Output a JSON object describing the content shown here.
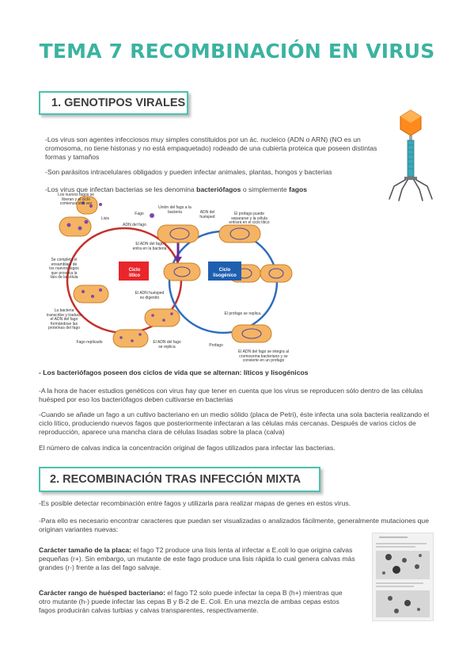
{
  "title": "TEMA 7 RECOMBINACIÓN EN VIRUS",
  "section1": {
    "heading": "1.   GENOTIPOS VIRALES",
    "p1": "-Los virus son agentes infecciosos muy simples constituidos por un ác. nucleico (ADN o ARN) (NO es un cromosoma, no tiene histonas y no está empaquetado) rodeado de una cubierta proteica que poseen distintas formas y tamaños",
    "p2": "-Son parásitos intracelulares obligados y pueden infectar animales, plantas, hongos y bacterias",
    "p3_pre": "-Los virus que infectan bacterias se les denomina ",
    "p3_b1": "bacteriófagos",
    "p3_mid": " o simplemente ",
    "p3_b2": "fagos",
    "bold_line": "- Los bacteriófagos poseen dos ciclos de vida que se alternan: líticos y lisogénicos",
    "p4": "-A la hora de hacer estudios genéticos con virus hay que tener en cuenta que los virus se reproducen sólo dentro de las células huésped por eso los bacteriófagos deben cultivarse en bacterias",
    "p5": "-Cuando se añade un fago a un cultivo bacteriano en un medio sólido (placa de Petri), éste infecta una sola bacteria realizando el ciclo lítico, produciendo nuevos fagos que posteriormente infectaran a las células más cercanas. Después de varios ciclos de reproducción, aparece una mancha clara de células lisadas sobre la placa (calva)",
    "p6": "El número de calvas indica la concentración original de fagos utilizados para infectar las bacterias."
  },
  "diagram": {
    "lytic_label": "Ciclo\nlítico",
    "lysogenic_label": "Ciclo\nlisogénico",
    "labels": {
      "new_phages": "Los nuevos fagos se liberan y el ciclo comienza otra vez",
      "lisis": "Lisis",
      "fago": "Fago",
      "adn_fago": "ADN del fago",
      "union": "Unión del fago a la bacteria",
      "adn_huesped": "ADN del huésped",
      "profago_sep": "El profago puede separarse y la célula entrará en el ciclo lítico",
      "adn_entra": "El ADN del fago entra en la bacteria",
      "ensamblaje": "Se completa el ensamblaje de los nuevos fagos que provoca la lisis de la célula",
      "digerido": "El ADN huésped es digerido",
      "transcribe": "La bacteria transcribe y traduce el ADN del fago formándose las proteínas del fago",
      "replica_profago": "El profago se replica.",
      "fago_replicado": "Fago replicado",
      "adn_replica": "El ADN del fago se replica",
      "profago": "Profago",
      "integra": "El ADN del fago se integra al cromosoma bacteriano y se convierte en un profago"
    }
  },
  "section2": {
    "heading": "2. RECOMBINACIÓN TRAS INFECCIÓN MIXTA",
    "p1": "-Es posible detectar recombinación entre fagos y utilizarla para realizar mapas de genes en estos virus.",
    "p2": "-Para ello es necesario encontrar caracteres que puedan ser visualizadas o analizados fácilmente, generalmente mutaciones que originan variantes nuevas:",
    "c1_b": "Carácter tamaño de la placa:",
    "c1": " el fago T2 produce una lisis lenta al infectar a E.coli lo que origina calvas pequeñas (r+). Sin embargo, un mutante de este fago produce una lisis rápida lo cual genera calvas más grandes (r-) frente a las del fago salvaje.",
    "c2_b": "Carácter rango de huésped bacteriano:",
    "c2": " el fago T2 solo puede infectar la cepa B (h+) mientras que otro mutante (h-) puede infectar las cepas B y B-2 de E. Coli. En una mezcla de ambas cepas estos fagos producirán calvas turbias y calvas transparentes, respectivamente."
  },
  "colors": {
    "title": "#3bb3a0",
    "box_border": "#4cc0ad",
    "cell": "#f5b463",
    "lytic": "#e8262b",
    "lysogenic": "#1e5fb0",
    "phage": "#ff8c1a"
  }
}
